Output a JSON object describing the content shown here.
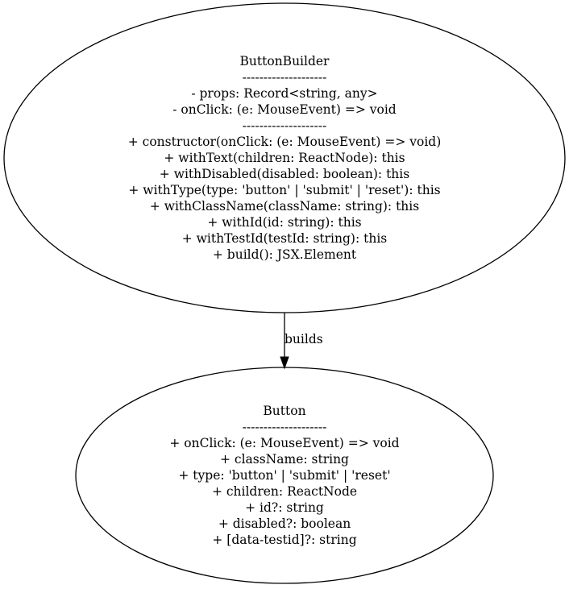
{
  "nodes": {
    "builder": {
      "lines": [
        "ButtonBuilder",
        "--------------------",
        "- props: Record<string, any>",
        "- onClick: (e: MouseEvent) => void",
        "--------------------",
        "+ constructor(onClick: (e: MouseEvent) => void)",
        "+ withText(children: ReactNode): this",
        "+ withDisabled(disabled: boolean): this",
        "+ withType(type: 'button' | 'submit' | 'reset'): this",
        "+ withClassName(className: string): this",
        "+ withId(id: string): this",
        "+ withTestId(testId: string): this",
        "+ build(): JSX.Element"
      ]
    },
    "button": {
      "lines": [
        "Button",
        "--------------------",
        "+ onClick: (e: MouseEvent) => void",
        "+ className: string",
        "+ type: 'button' | 'submit' | 'reset'",
        "+ children: ReactNode",
        "+ id?: string",
        "+ disabled?: boolean",
        "+ [data-testid]?: string"
      ]
    }
  },
  "edges": [
    {
      "from": "builder",
      "to": "button",
      "label": "builds"
    }
  ],
  "colors": {
    "stroke": "#000000",
    "background": "#ffffff"
  }
}
